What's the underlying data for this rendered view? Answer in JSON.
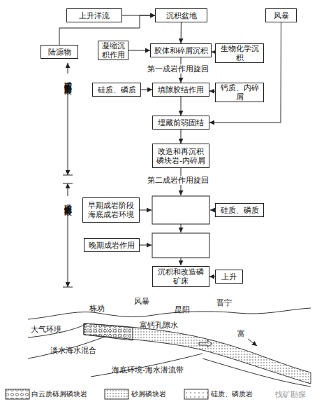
{
  "diagram": {
    "nodes": [
      {
        "text": [
          "上升洋流"
        ]
      },
      {
        "text": [
          "沉积盆地"
        ]
      },
      {
        "text": [
          "风暴"
        ]
      },
      {
        "text": [
          "陆源物"
        ]
      },
      {
        "text": [
          "凝缩沉 积作用"
        ]
      },
      {
        "text": [
          "胶体和碎屑沉积"
        ]
      },
      {
        "text": [
          "生物化学沉积"
        ]
      },
      {
        "text": [
          "硅质、磷质"
        ]
      },
      {
        "text": [
          "填隙胶结作用"
        ]
      },
      {
        "text": [
          "钙质、内碎屑"
        ]
      },
      {
        "text": [
          "埋藏前弱固结"
        ]
      },
      {
        "text": [
          "改造和再沉积 磷块岩-内碎屑"
        ]
      },
      {
        "text": [
          "早期成岩阶段 海底成岩环境"
        ]
      },
      {
        "text": [
          "硅质、磷质"
        ]
      },
      {
        "text": [
          "晚期成岩作用"
        ]
      },
      {
        "text": [
          "沉积和改造磷矿床"
        ]
      },
      {
        "text": [
          "上升"
        ]
      }
    ],
    "edges": [
      {
        "from": 0,
        "to": 1,
        "arrow": "to"
      },
      {
        "from": 3,
        "to": 1,
        "arrow": "to"
      },
      {
        "from": 1,
        "to": 5,
        "arrow": "to"
      },
      {
        "from": 4,
        "to": 5,
        "arrow": "to"
      },
      {
        "from": 6,
        "to": 5,
        "arrow": "to"
      },
      {
        "from": 5,
        "to": 8,
        "arrow": "to"
      },
      {
        "from": 7,
        "to": 8,
        "arrow": "to"
      },
      {
        "from": 9,
        "to": 8,
        "arrow": "to"
      },
      {
        "from": 8,
        "to": 10,
        "arrow": "to"
      },
      {
        "from": 2,
        "to": 10,
        "arrow": "to"
      },
      {
        "from": 10,
        "to": 11,
        "arrow": "to"
      },
      {
        "from": 16,
        "to": 15,
        "arrow": "to"
      }
    ],
    "labels": [
      "第一成岩作用旋回",
      "第二成岩作用旋回",
      "磷矿沉积改造富集阶段",
      "磷矿成岩富集阶段",
      "栋劝",
      "风暴",
      "昆阳",
      "晋宁",
      "大气环境",
      "富钙孔隙水",
      "富",
      "淡水海水混合",
      "海底环境-海水潜流带",
      "找矿勘探"
    ],
    "legend": [
      {
        "text": "白云质砾屑磷块岩"
      },
      {
        "text": "砂屑磷块岩"
      },
      {
        "text": "硅质、磷质岩"
      }
    ]
  }
}
